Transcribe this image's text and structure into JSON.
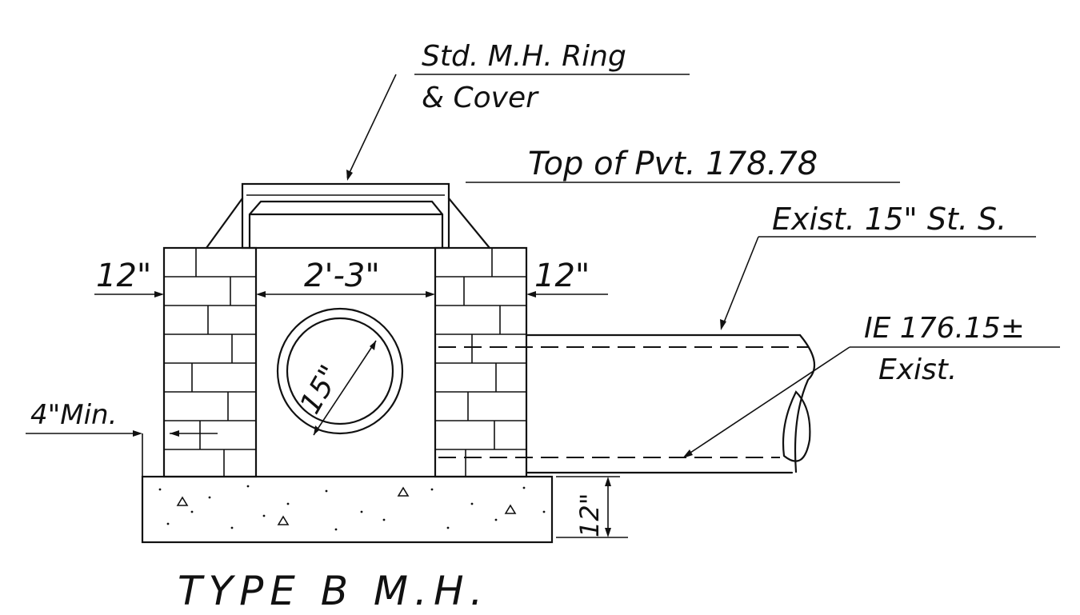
{
  "labels": {
    "ring_cover_line1": "Std. M.H. Ring",
    "ring_cover_line2": "& Cover",
    "top_of_pavement": "Top of Pvt. 178.78",
    "existing_pipe": "Exist. 15\" St. S.",
    "invert_elev": "IE 176.15±",
    "invert_note": "Exist.",
    "left_wall_thickness": "12\"",
    "inside_width": "2'-3\"",
    "right_wall_thickness": "12\"",
    "pipe_diameter": "15\"",
    "base_clearance": "4\"Min.",
    "base_thickness": "12\"",
    "title": "TYPE B M.H."
  }
}
